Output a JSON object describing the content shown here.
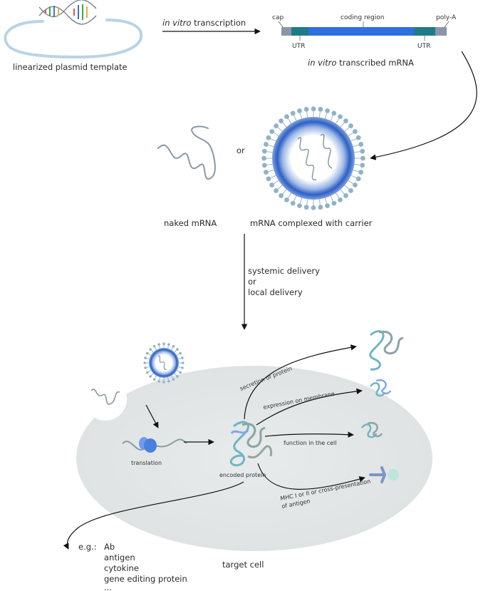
{
  "plasmid": {
    "label": "linearized plasmid template"
  },
  "ivt": {
    "italic": "in vitro",
    "rest": " transcription"
  },
  "mrna": {
    "cap": "cap",
    "coding": "coding region",
    "polya": "poly-A",
    "utr_left": "UTR",
    "utr_right": "UTR",
    "label_italic": "in vitro",
    "label_rest": " transcribed mRNA"
  },
  "forms": {
    "or": "or",
    "naked": "naked mRNA",
    "carrier": "mRNA complexed with carrier"
  },
  "delivery": {
    "line1": "systemic delivery",
    "line2": "or",
    "line3": "local delivery"
  },
  "cell": {
    "translation": "translation",
    "encoded": "encoded protein",
    "secretion": "secretion of protein",
    "membrane": "expression on membrane",
    "function": "function in the cell",
    "mhc_line1": "MHC I or II  or cross-presentation",
    "mhc_line2": "of antigen",
    "target": "target cell"
  },
  "examples": {
    "prefix": "e.g.:",
    "items": [
      "Ab",
      "antigen",
      "cytokine",
      "gene editing protein",
      "..."
    ]
  },
  "colors": {
    "blue": "#2f6fe0",
    "teal": "#1f7b86",
    "grey": "#8c96a6",
    "cell": "#e3e6e6",
    "strand": "#8a9aa0",
    "plasmid": "#b9d3e6"
  }
}
